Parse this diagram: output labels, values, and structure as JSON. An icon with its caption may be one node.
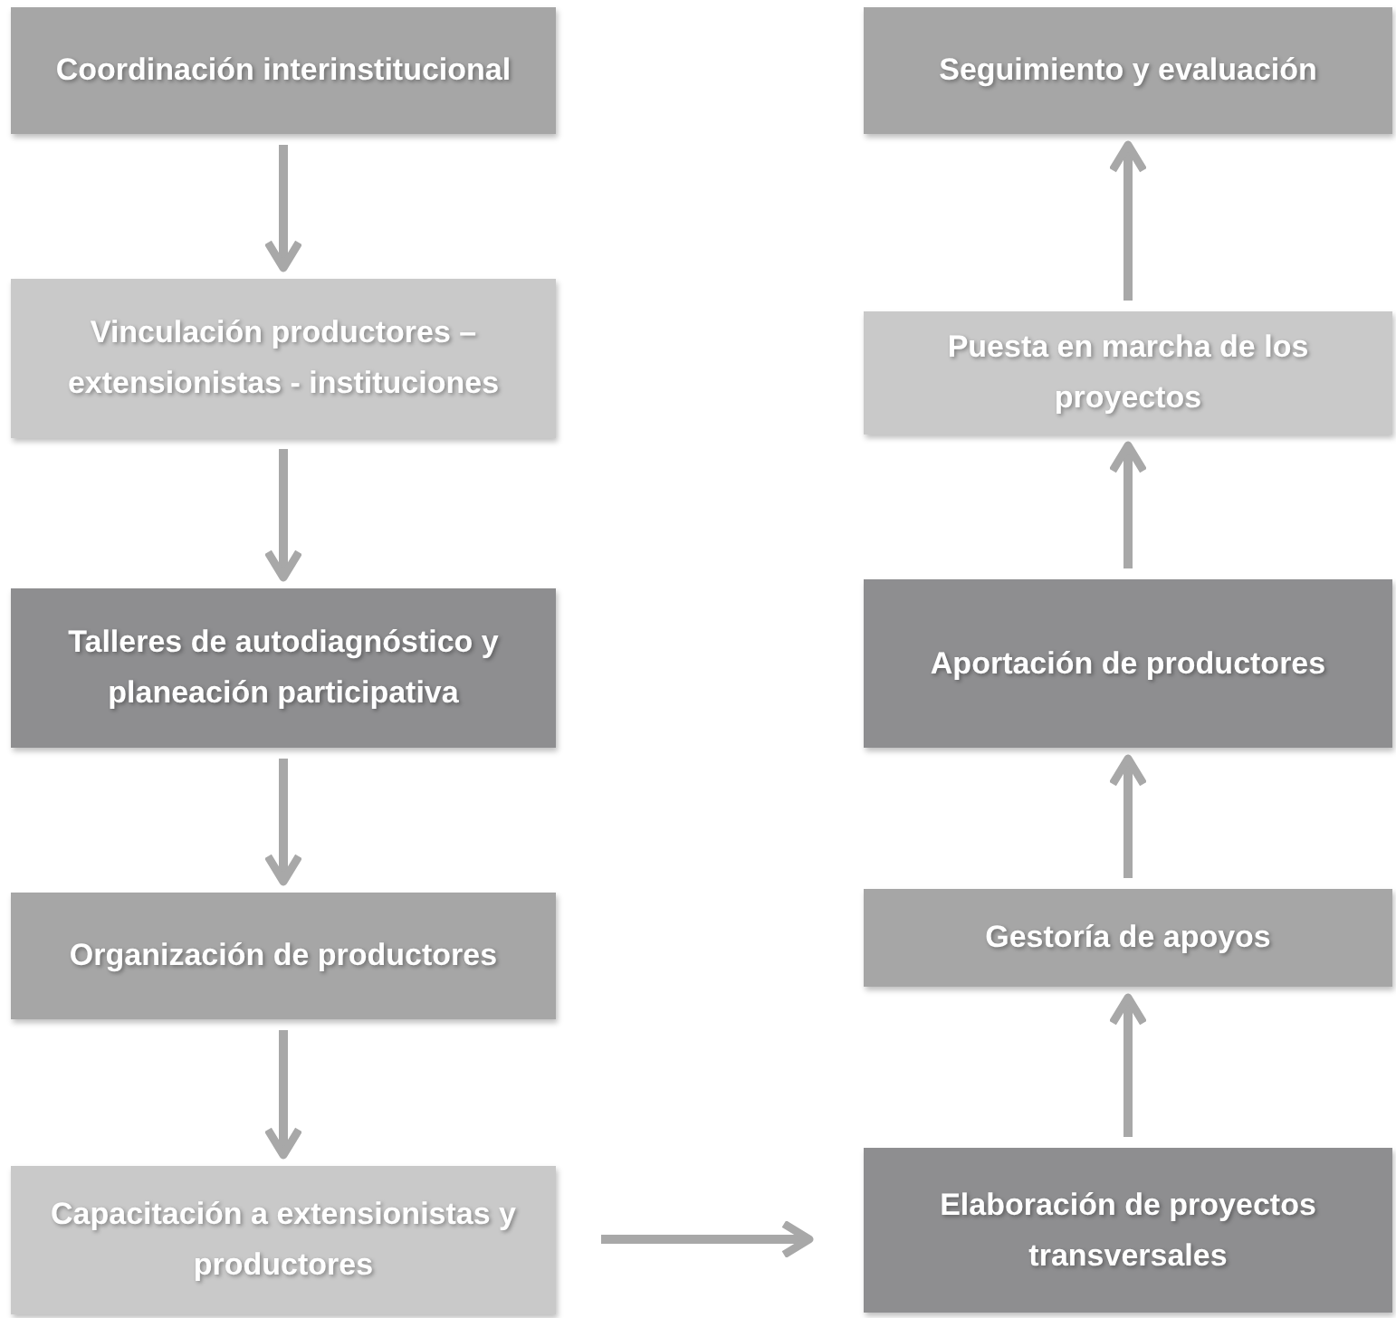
{
  "diagram": {
    "nodes": [
      {
        "text": [
          "Coordinación interinstitucional"
        ]
      },
      {
        "text": [
          "Vinculación productores – extensionistas - instituciones"
        ]
      },
      {
        "text": [
          "Talleres de autodiagnóstico y planeación participativa"
        ]
      },
      {
        "text": [
          "Organización de productores"
        ]
      },
      {
        "text": [
          "Capacitación a extensionistas y productores"
        ]
      },
      {
        "text": [
          "Seguimiento y evaluación"
        ]
      },
      {
        "text": [
          "Puesta en marcha de los proyectos"
        ]
      },
      {
        "text": [
          "Aportación de productores"
        ]
      },
      {
        "text": [
          "Gestoría de apoyos"
        ]
      },
      {
        "text": [
          "Elaboración de proyectos transversales"
        ]
      }
    ],
    "edges": [
      {
        "from": 0,
        "to": 1,
        "arrow": "to"
      },
      {
        "from": 1,
        "to": 2,
        "arrow": "to"
      },
      {
        "from": 2,
        "to": 3,
        "arrow": "to"
      },
      {
        "from": 3,
        "to": 4,
        "arrow": "to"
      },
      {
        "from": 4,
        "to": 9,
        "arrow": "to"
      },
      {
        "from": 9,
        "to": 8,
        "arrow": "to"
      },
      {
        "from": 8,
        "to": 7,
        "arrow": "to"
      },
      {
        "from": 7,
        "to": 6,
        "arrow": "to"
      },
      {
        "from": 6,
        "to": 5,
        "arrow": "to"
      }
    ]
  }
}
